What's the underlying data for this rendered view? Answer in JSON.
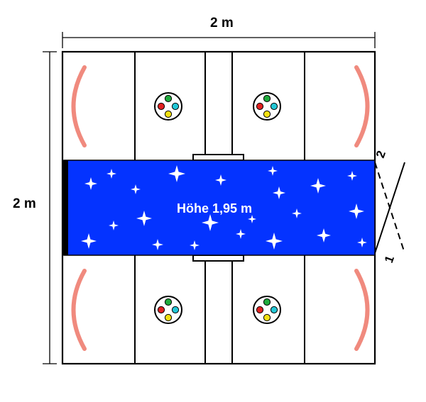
{
  "dimensions": {
    "width_label": "2 m",
    "height_label": "2 m"
  },
  "center_panel": {
    "label": "Höhe 1,95 m",
    "color": "#0433ff",
    "star_color": "#ffffff"
  },
  "door": {
    "label_1": "1",
    "label_2": "2"
  },
  "colors": {
    "outline": "#000000",
    "arc": "#f08a7e",
    "dot_green": "#1faa3c",
    "dot_red": "#e02020",
    "dot_cyan": "#22c7d6",
    "dot_yellow": "#f2e011"
  },
  "icons": {
    "light_fixture": "rgb-light-icon",
    "curve": "arc-decoration-icon",
    "star": "star-icon"
  }
}
